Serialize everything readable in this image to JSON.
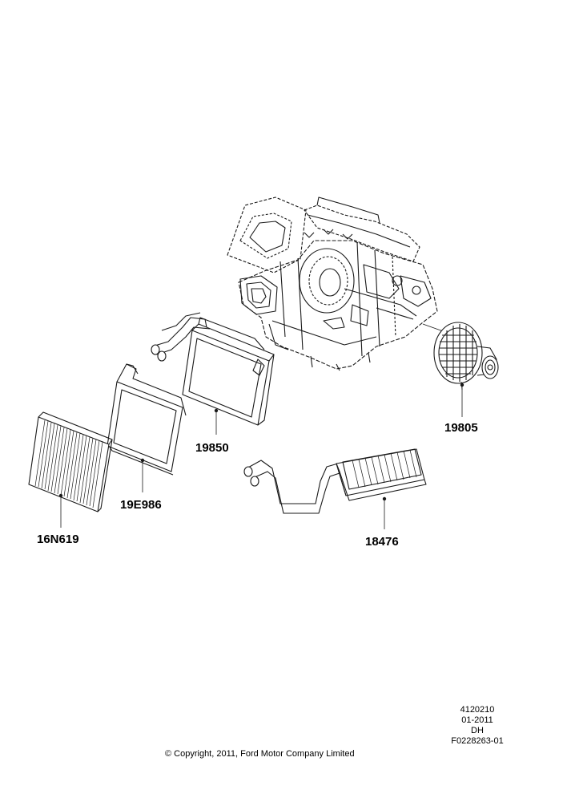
{
  "parts": [
    {
      "id": "blower-motor",
      "number": "19805"
    },
    {
      "id": "evaporator-core",
      "number": "19850"
    },
    {
      "id": "filter-housing",
      "number": "19E986"
    },
    {
      "id": "cabin-air-filter",
      "number": "16N619"
    },
    {
      "id": "heater-core",
      "number": "18476"
    }
  ],
  "reference": {
    "illustration_id": "4120210",
    "date": "01-2011",
    "initials": "DH",
    "figure_code": "F0228263-01"
  },
  "copyright": "© Copyright, 2011, Ford Motor Company Limited",
  "colors": {
    "line": "#1a1a1a",
    "paper": "#ffffff"
  }
}
